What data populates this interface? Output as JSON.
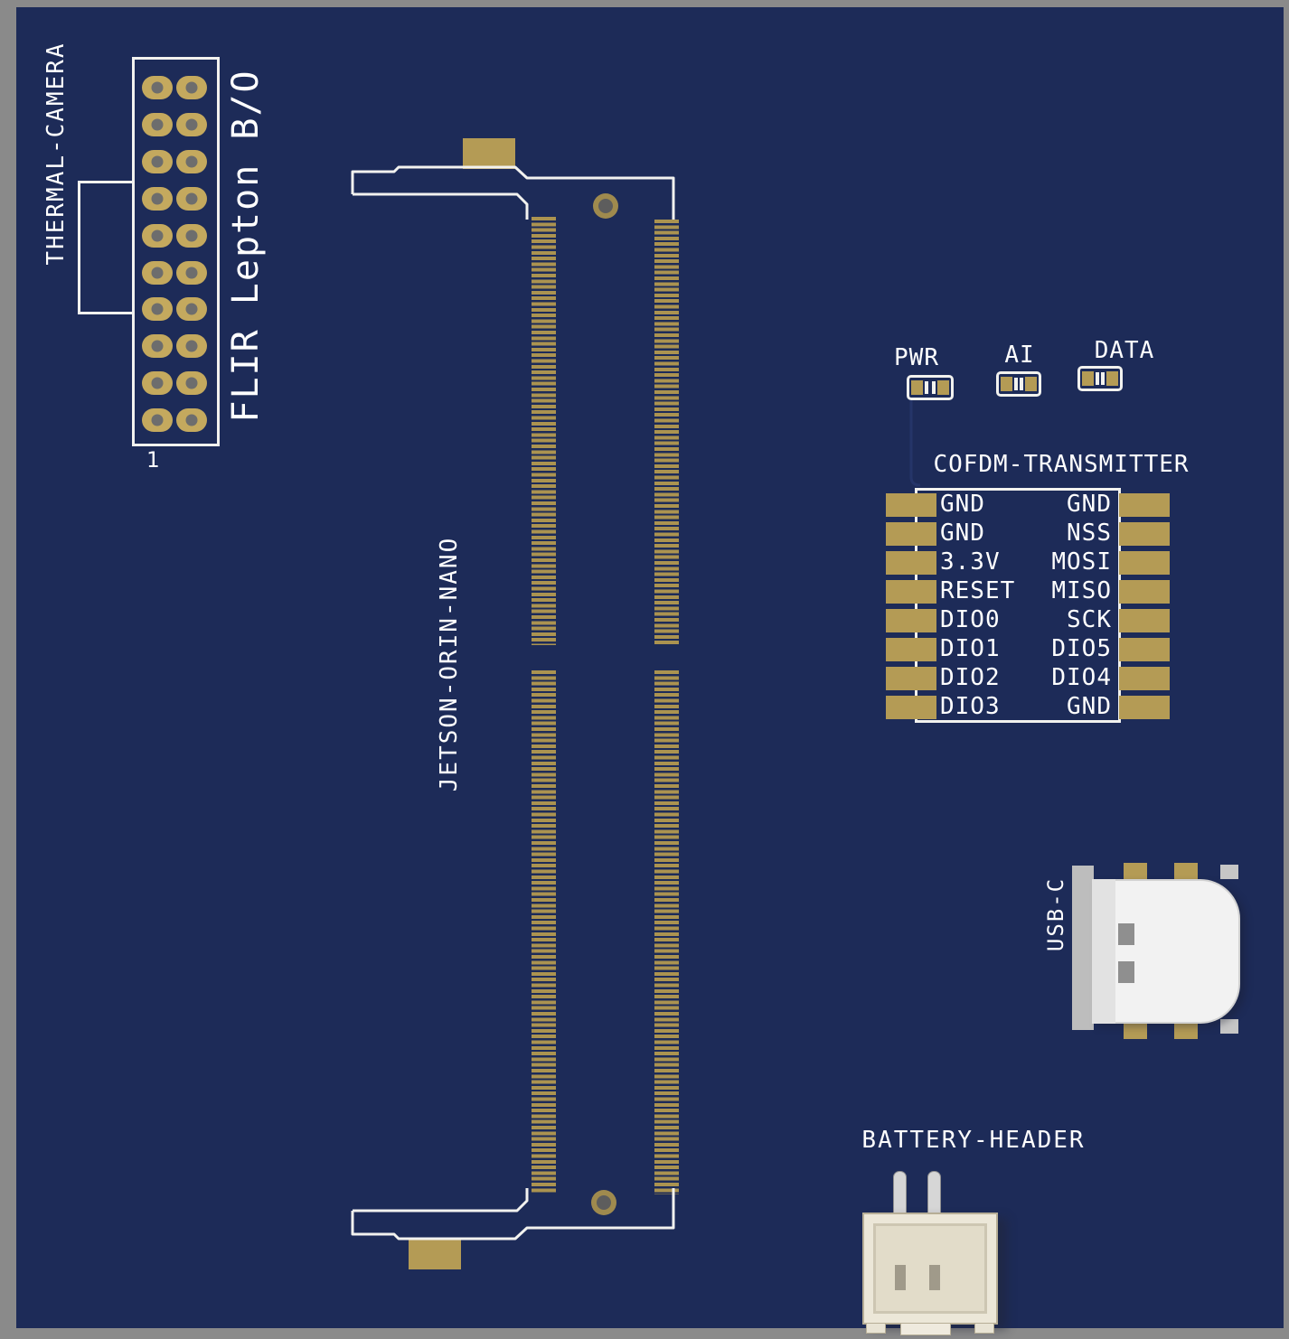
{
  "colors": {
    "background": "#8a8a8a",
    "pcb": "#1d2b58",
    "silkscreen": "#f2f2ef",
    "pad_gold": "#b49b55",
    "pad_gold_light": "#c4a95e",
    "finger_gold": "#ab9350",
    "hole": "#6d6d6d"
  },
  "thermal_header": {
    "label": "THERMAL-CAMERA",
    "designator": "FLIR Lepton B/O",
    "pin1_label": "1",
    "rows": 10,
    "cols": 2
  },
  "sodimm": {
    "label": "JETSON-ORIN-NANO"
  },
  "leds": [
    {
      "label": "PWR"
    },
    {
      "label": "AI"
    },
    {
      "label": "DATA"
    }
  ],
  "cofdm": {
    "label": "COFDM-TRANSMITTER",
    "left_pins": [
      "GND",
      "GND",
      "3.3V",
      "RESET",
      "DIO0",
      "DIO1",
      "DIO2",
      "DIO3"
    ],
    "right_pins": [
      "GND",
      "NSS",
      "MOSI",
      "MISO",
      "SCK",
      "DIO5",
      "DIO4",
      "GND"
    ]
  },
  "usb": {
    "label": "USB-C"
  },
  "battery": {
    "label": "BATTERY-HEADER"
  }
}
